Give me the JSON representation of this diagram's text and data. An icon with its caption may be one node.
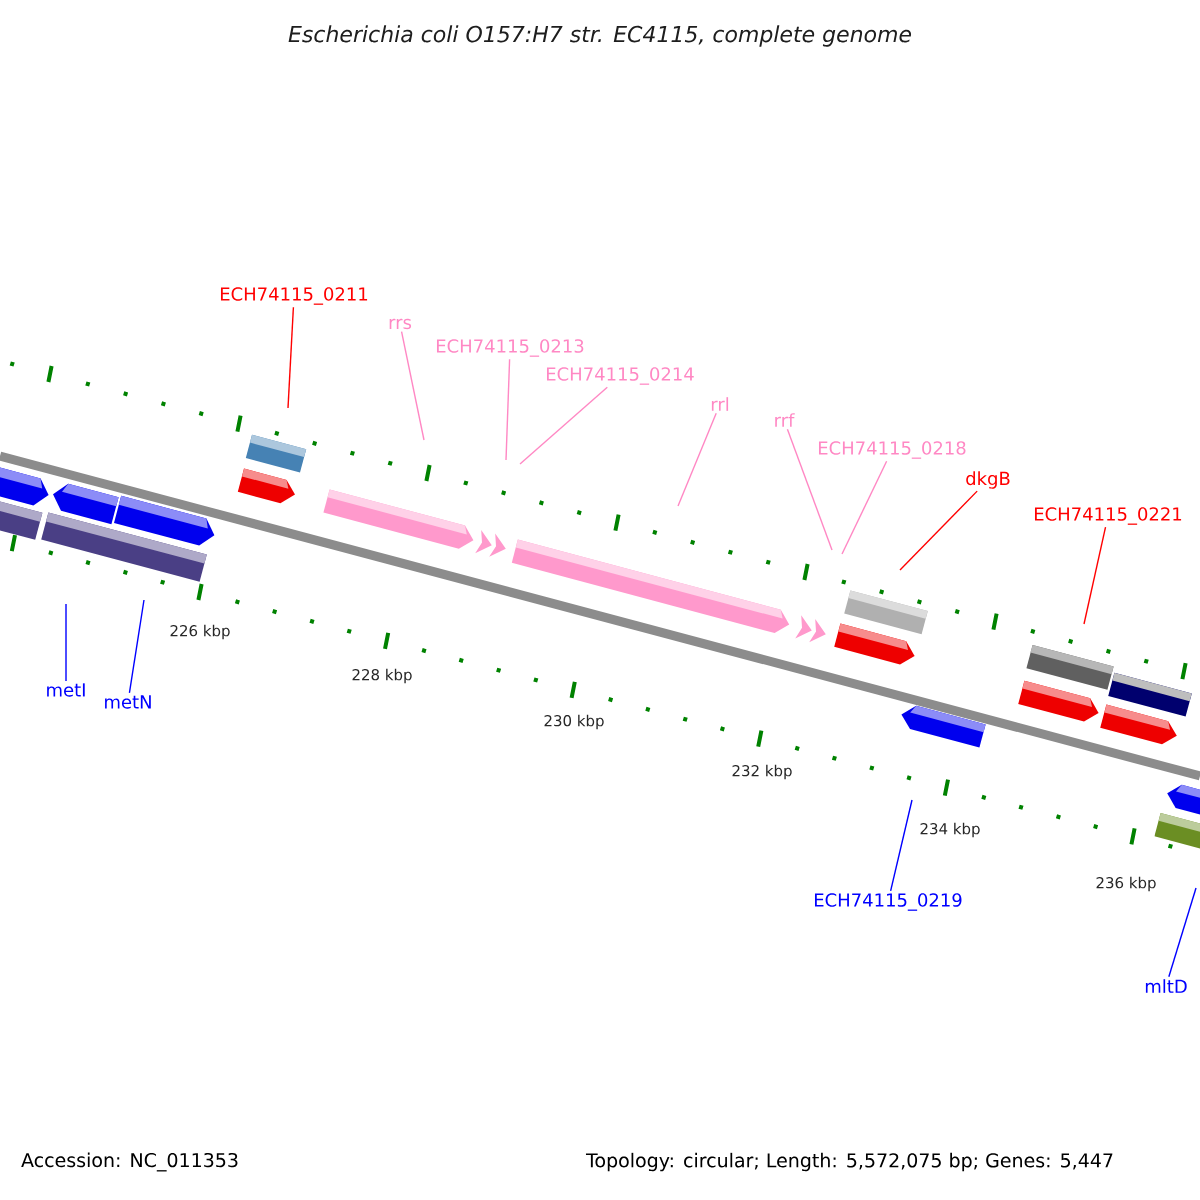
{
  "diagram": {
    "title": "Escherichia coli O157:H7 str. EC4115, complete genome",
    "nodes": [
      {
        "text": [
          "ECH74115_0211"
        ]
      },
      {
        "text": [
          "rrs"
        ]
      },
      {
        "text": [
          "ECH74115_0213"
        ]
      },
      {
        "text": [
          "ECH74115_0214"
        ]
      },
      {
        "text": [
          "rrl"
        ]
      },
      {
        "text": [
          "rrf"
        ]
      },
      {
        "text": [
          "ECH74115_0218"
        ]
      },
      {
        "text": [
          "dkgB"
        ]
      },
      {
        "text": [
          "ECH74115_0221"
        ]
      },
      {
        "text": [
          "metI"
        ]
      },
      {
        "text": [
          "metN"
        ]
      },
      {
        "text": [
          "ECH74115_0219"
        ]
      },
      {
        "text": [
          "mltD"
        ]
      }
    ],
    "edges": [
      {
        "from": 0,
        "to": null,
        "arrow": "none",
        "color": "#ff0000"
      },
      {
        "from": 1,
        "to": null,
        "arrow": "none"
      },
      {
        "from": 2,
        "to": null,
        "arrow": "none"
      },
      {
        "from": 3,
        "to": null,
        "arrow": "none"
      },
      {
        "from": 4,
        "to": null,
        "arrow": "none"
      },
      {
        "from": 5,
        "to": null,
        "arrow": "none"
      },
      {
        "from": 6,
        "to": null,
        "arrow": "none"
      },
      {
        "from": 7,
        "to": null,
        "arrow": "none",
        "color": "#ff0000"
      },
      {
        "from": 8,
        "to": null,
        "arrow": "none",
        "color": "#ff0000"
      },
      {
        "from": 9,
        "to": null,
        "arrow": "none",
        "color": "#0000ff"
      },
      {
        "from": 10,
        "to": null,
        "arrow": "none",
        "color": "#0000ff"
      },
      {
        "from": 11,
        "to": null,
        "arrow": "none",
        "color": "#0000ff"
      },
      {
        "from": 12,
        "to": null,
        "arrow": "none",
        "color": "#0000ff"
      }
    ],
    "labels": [
      "226 kbp",
      "228 kbp",
      "230 kbp",
      "232 kbp",
      "234 kbp",
      "236 kbp",
      "Accession: NC_011353",
      "Topology: circular; Length: 5,572,075 bp; Genes: 5,447"
    ]
  }
}
